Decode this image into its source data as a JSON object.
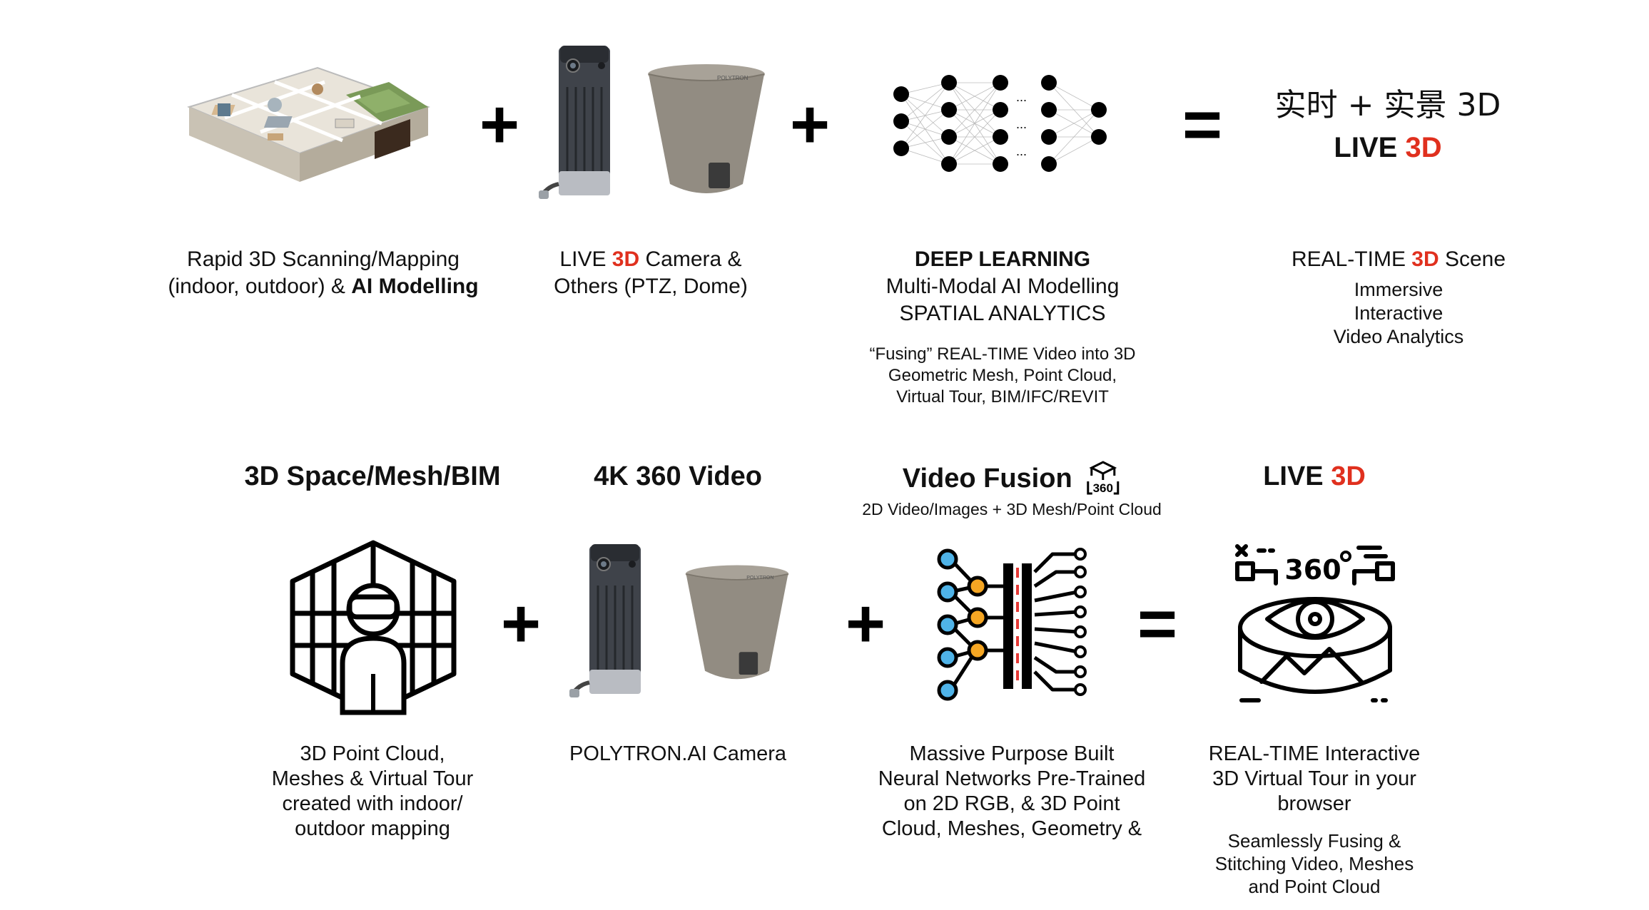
{
  "colors": {
    "accent_red": "#e0301e",
    "text": "#111111",
    "grey_device": "#928c82"
  },
  "row1": {
    "col1": {
      "icon": "house-floorplan-3d-icon",
      "line1": "Rapid 3D Scanning/Mapping",
      "line2_pre": "(indoor, outdoor) & ",
      "line2_bold": "AI Modelling"
    },
    "plus1": "+",
    "col2": {
      "icon": "live3d-camera-icon",
      "icon2": "dome-camera-icon",
      "pre": "LIVE ",
      "red": "3D",
      "post": " Camera &",
      "line2": "Others (PTZ, Dome)"
    },
    "plus2": "+",
    "col3": {
      "icon": "neural-network-icon",
      "dots": "...",
      "title": "DEEP LEARNING",
      "line2": "Multi-Modal AI Modelling",
      "line3": "SPATIAL ANALYTICS",
      "sub1": "“Fusing” REAL-TIME Video into 3D",
      "sub2": "Geometric Mesh, Point Cloud,",
      "sub3": "Virtual Tour, BIM/IFC/REVIT"
    },
    "equals": "=",
    "col4": {
      "chinese": "实时 + 实景 3D",
      "live_pre": "LIVE ",
      "live_red": "3D",
      "pre": "REAL-TIME ",
      "red": "3D",
      "post": " Scene",
      "l1": "Immersive",
      "l2": "Interactive",
      "l3": "Video Analytics"
    }
  },
  "row2": {
    "col1": {
      "header": "3D Space/Mesh/BIM",
      "icon": "vr-person-grid-icon",
      "l1": "3D Point Cloud,",
      "l2": "Meshes & Virtual Tour",
      "l3": "created with indoor/",
      "l4": "outdoor mapping"
    },
    "plus1": "+",
    "col2": {
      "header": "4K 360 Video",
      "icon": "live3d-camera-icon",
      "icon2": "dome-camera-icon",
      "caption": "POLYTRON.AI Camera"
    },
    "plus2": "+",
    "col3": {
      "header": "Video Fusion",
      "badge_icon": "cube-360-icon",
      "badge_text": "360",
      "subheader": "2D Video/Images + 3D Mesh/Point Cloud",
      "icon": "neural-fusion-icon",
      "l1": "Massive Purpose Built",
      "l2": "Neural Networks Pre-Trained",
      "l3": "on 2D RGB, & 3D Point",
      "l4": "Cloud, Meshes, Geometry &"
    },
    "equals": "=",
    "col4": {
      "header_pre": "LIVE ",
      "header_red": "3D",
      "icon": "eye-360-view-icon",
      "badge_text": "360",
      "l1": "REAL-TIME Interactive",
      "l2": "3D Virtual Tour in your",
      "l3": "browser",
      "s1": "Seamlessly Fusing &",
      "s2": "Stitching Video, Meshes",
      "s3": "and Point Cloud"
    }
  }
}
